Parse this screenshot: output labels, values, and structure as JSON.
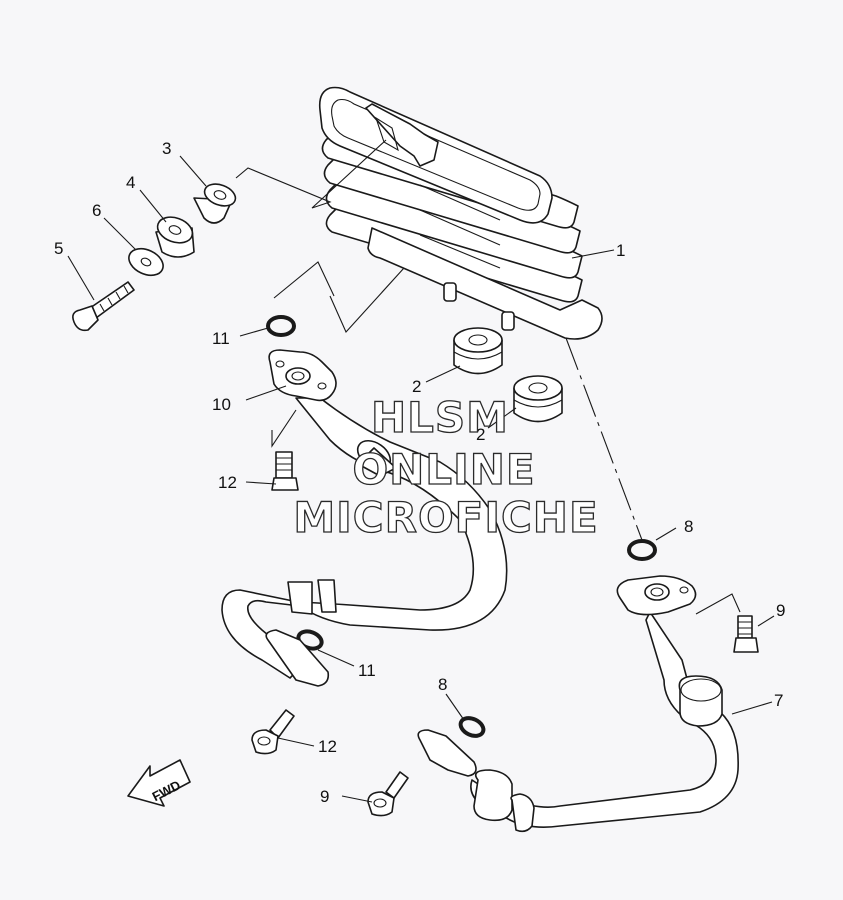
{
  "callouts": [
    {
      "id": "c1",
      "number": "1"
    },
    {
      "id": "c2a",
      "number": "2"
    },
    {
      "id": "c2b",
      "number": "2"
    },
    {
      "id": "c3",
      "number": "3"
    },
    {
      "id": "c4",
      "number": "4"
    },
    {
      "id": "c5",
      "number": "5"
    },
    {
      "id": "c6",
      "number": "6"
    },
    {
      "id": "c7",
      "number": "7"
    },
    {
      "id": "c8a",
      "number": "8"
    },
    {
      "id": "c8b",
      "number": "8"
    },
    {
      "id": "c9a",
      "number": "9"
    },
    {
      "id": "c9b",
      "number": "9"
    },
    {
      "id": "c10",
      "number": "10"
    },
    {
      "id": "c11a",
      "number": "11"
    },
    {
      "id": "c11b",
      "number": "11"
    },
    {
      "id": "c12a",
      "number": "12"
    },
    {
      "id": "c12b",
      "number": "12"
    }
  ],
  "watermark": {
    "line1": "HLSM",
    "line2": "ONLINE",
    "line3": "MICROFICHE"
  },
  "direction_indicator": {
    "label": "FWD",
    "icon": "arrow-icon"
  },
  "colors": {
    "line": "#1a1a1a",
    "background": "#f7f7f9"
  }
}
